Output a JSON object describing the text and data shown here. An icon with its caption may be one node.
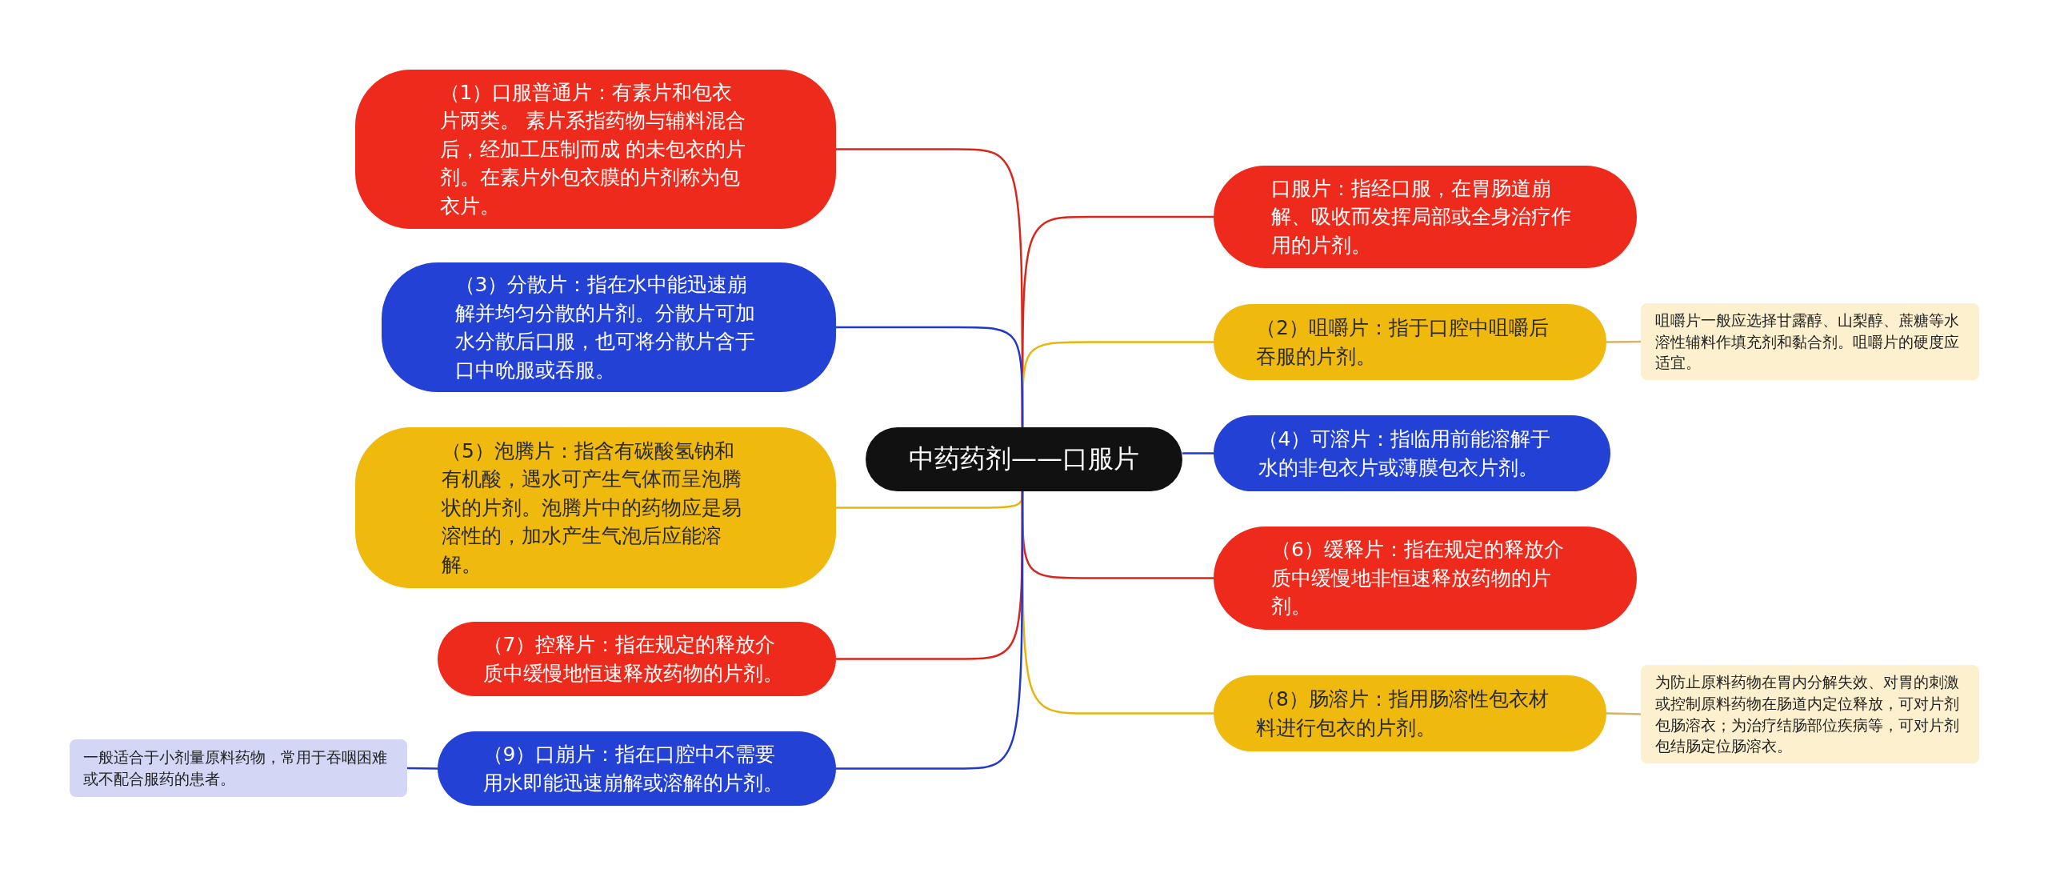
{
  "diagram": {
    "nodes": [
      {
        "text": [
          "中药药剂——口服片"
        ]
      },
      {
        "text": [
          "口服片：指经口服，在胃肠道崩解、吸收而发挥局部或全身治疗作用的片剂。"
        ]
      },
      {
        "text": [
          "（1）口服普通片：有素片和包衣片两类。 素片系指药物与辅料混合后，经加工压制而成 的未包衣的片剂。在素片外包衣膜的片剂称为包衣片。"
        ]
      },
      {
        "text": [
          "（2）咀嚼片：指于口腔中咀嚼后吞服的片剂。"
        ]
      },
      {
        "text": [
          "咀嚼片一般应选择甘露醇、山梨醇、蔗糖等水溶性辅料作填充剂和黏合剂。咀嚼片的硬度应适宜。"
        ]
      },
      {
        "text": [
          "（3）分散片：指在水中能迅速崩解并均匀分散的片剂。分散片可加水分散后口服，也可将分散片含于口中吮服或吞服。"
        ]
      },
      {
        "text": [
          "（4）可溶片：指临用前能溶解于水的非包衣片或薄膜包衣片剂。"
        ]
      },
      {
        "text": [
          "（5）泡腾片：指含有碳酸氢钠和有机酸，遇水可产生气体而呈泡腾状的片剂。泡腾片中的药物应是易溶性的，加水产生气泡后应能溶解。"
        ]
      },
      {
        "text": [
          "（6）缓释片：指在规定的释放介质中缓慢地非恒速释放药物的片剂。"
        ]
      },
      {
        "text": [
          "（7）控释片：指在规定的释放介质中缓慢地恒速释放药物的片剂。"
        ]
      },
      {
        "text": [
          "（8）肠溶片：指用肠溶性包衣材料进行包衣的片剂。"
        ]
      },
      {
        "text": [
          "为防止原料药物在胃内分解失效、对胃的刺激或控制原料药物在肠道内定位释放，可对片剂包肠溶衣；为治疗结肠部位疾病等，可对片剂包结肠定位肠溶衣。"
        ]
      },
      {
        "text": [
          "（9）口崩片：指在口腔中不需要用水即能迅速崩解或溶解的片剂。"
        ]
      },
      {
        "text": [
          "一般适合于小剂量原料药物，常用于吞咽困难或不配合服药的患者。"
        ]
      }
    ],
    "edges": [
      {
        "from": 0,
        "to": 1,
        "arrow": "none",
        "color": "#d9261c"
      },
      {
        "from": 0,
        "to": 2,
        "arrow": "none",
        "color": "#d9261c"
      },
      {
        "from": 0,
        "to": 3,
        "arrow": "none",
        "color": "#e8b50c"
      },
      {
        "from": 3,
        "to": 4,
        "arrow": "none",
        "color": "#d2b46a"
      },
      {
        "from": 0,
        "to": 5,
        "arrow": "none",
        "color": "#2238c8"
      },
      {
        "from": 0,
        "to": 6,
        "arrow": "none",
        "color": "#2238c8"
      },
      {
        "from": 0,
        "to": 7,
        "arrow": "none",
        "color": "#e8b50c"
      },
      {
        "from": 0,
        "to": 8,
        "arrow": "none",
        "color": "#d9261c"
      },
      {
        "from": 0,
        "to": 9,
        "arrow": "none",
        "color": "#d9261c"
      },
      {
        "from": 0,
        "to": 10,
        "arrow": "none",
        "color": "#e8b50c"
      },
      {
        "from": 10,
        "to": 11,
        "arrow": "none",
        "color": "#d2b46a"
      },
      {
        "from": 0,
        "to": 12,
        "arrow": "none",
        "color": "#2238c8"
      },
      {
        "from": 12,
        "to": 13,
        "arrow": "none",
        "color": "#2238c8"
      }
    ]
  }
}
